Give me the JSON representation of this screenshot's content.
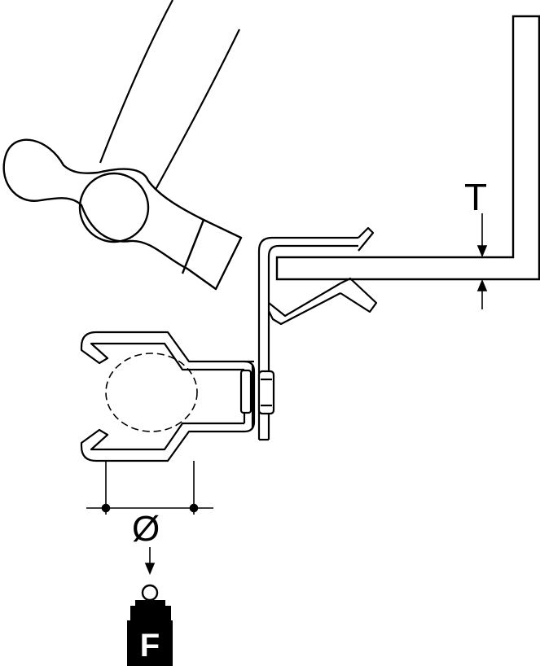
{
  "labels": {
    "thickness": "T",
    "diameter": "Ø",
    "force": "F"
  },
  "colors": {
    "line": "#000000",
    "background": "#ffffff",
    "weight_fill": "#000000"
  }
}
